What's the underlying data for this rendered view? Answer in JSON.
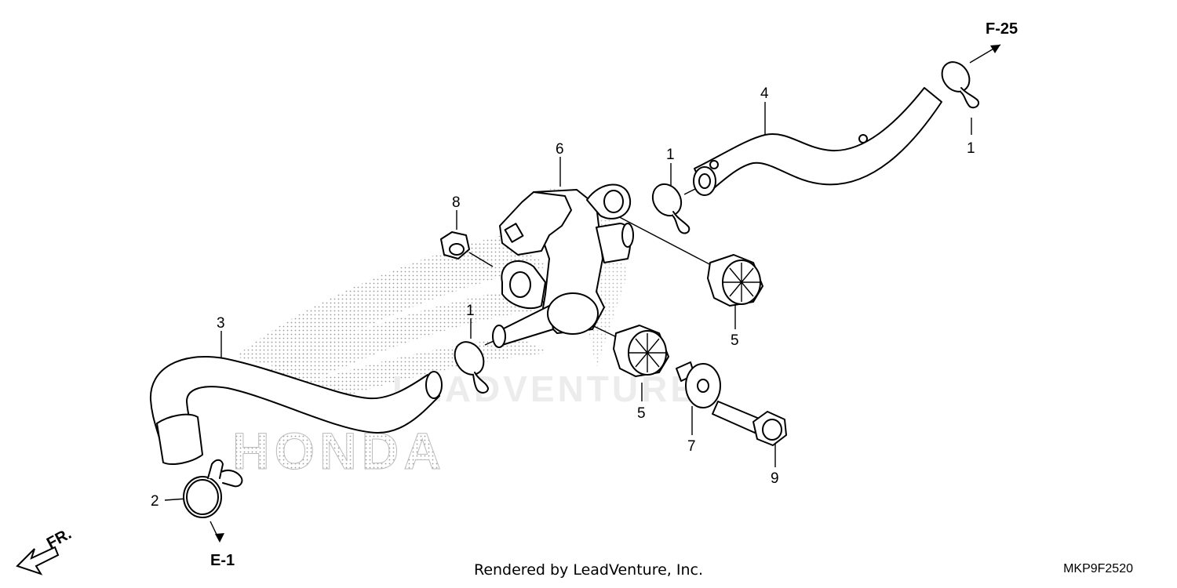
{
  "diagram": {
    "code": "MKP9F2520",
    "rendered_by": "Rendered by LeadVenture, Inc.",
    "watermark_text": "LEADVENTURE",
    "watermark_brand": "HONDA",
    "front_label": "FR.",
    "references": {
      "top": "F-25",
      "bottom": "E-1"
    },
    "callouts": {
      "c1_top_right": "1",
      "c1_mid": "1",
      "c1_left": "1",
      "c2": "2",
      "c3": "3",
      "c4": "4",
      "c5_right": "5",
      "c5_center": "5",
      "c6": "6",
      "c7": "7",
      "c8": "8",
      "c9": "9"
    }
  }
}
